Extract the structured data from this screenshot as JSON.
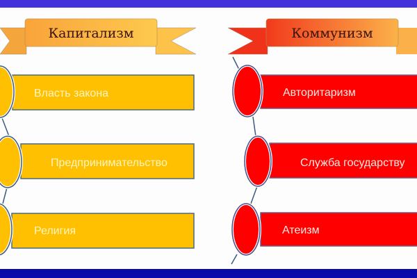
{
  "colors": {
    "top_bar": "#4433dd",
    "bottom_bar": "#0a0aaa",
    "capitalism_fill": "#fec000",
    "communism_fill": "#ff0000",
    "item_text_capitalism": "#fff4c0",
    "item_text_communism": "#ffe8e0"
  },
  "capitalism": {
    "title": "Капитализм",
    "items": [
      {
        "label": "Власть закона"
      },
      {
        "label": "Предпринимательство"
      },
      {
        "label": "Религия"
      }
    ]
  },
  "communism": {
    "title": "Коммунизм",
    "items": [
      {
        "label": "Авторитаризм"
      },
      {
        "label": "Служба государству"
      },
      {
        "label": "Атеизм"
      }
    ]
  }
}
